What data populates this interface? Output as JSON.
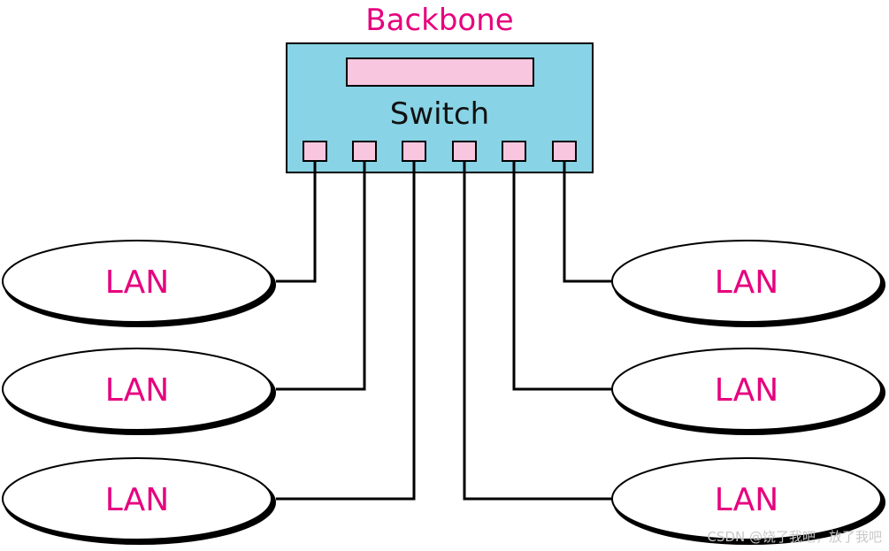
{
  "title": "Backbone",
  "switch": {
    "label": "Switch",
    "port_count": 6
  },
  "lans": [
    {
      "label": "LAN",
      "side": "left",
      "row": 1,
      "port": 1
    },
    {
      "label": "LAN",
      "side": "left",
      "row": 2,
      "port": 2
    },
    {
      "label": "LAN",
      "side": "left",
      "row": 3,
      "port": 3
    },
    {
      "label": "LAN",
      "side": "right",
      "row": 3,
      "port": 4
    },
    {
      "label": "LAN",
      "side": "right",
      "row": 2,
      "port": 5
    },
    {
      "label": "LAN",
      "side": "right",
      "row": 1,
      "port": 6
    }
  ],
  "watermark": "CSDN @饶了我吧，放了我吧",
  "colors": {
    "switch_fill": "#88d3e6",
    "port_fill": "#f8c6de",
    "display_fill": "#f8c6de",
    "label_color": "#e6007e",
    "line_color": "#000000",
    "lan_fill": "#ffffff"
  }
}
